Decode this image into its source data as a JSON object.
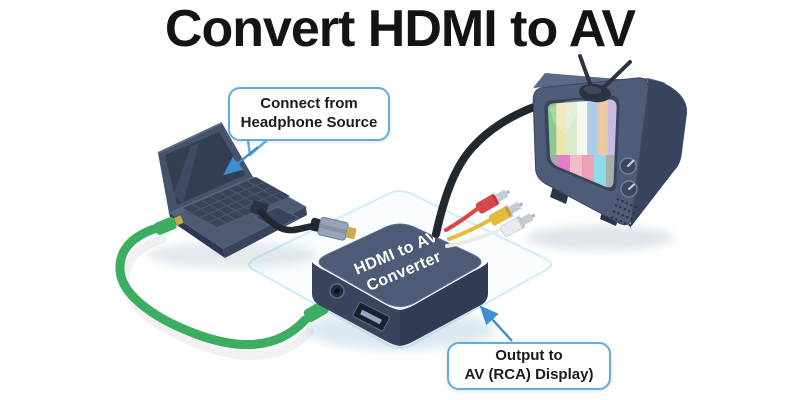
{
  "title": "Convert HDMI to AV",
  "callouts": {
    "headphone": {
      "line1": "Connect from",
      "line2": "Headphone Source"
    },
    "output": {
      "line1": "Output to",
      "line2": "AV (RCA) Display)"
    }
  },
  "converter": {
    "label_line1": "HDMI to AV",
    "label_line2": "Converter"
  },
  "colors": {
    "accent": "#3e8fd0",
    "callout_border": "#66abdb",
    "title_color": "#141414",
    "device_slate": "#4f5c78",
    "converter_slate": "#4e5b76",
    "cable_green": "#3cae62",
    "cable_black": "#23282f",
    "rca_red": "#d84848",
    "rca_yellow": "#e2bc3f",
    "rca_white": "#e9ecef",
    "platform_glow": "#cdecf7"
  },
  "tv_screen_bars": {
    "top": [
      "#8cc98e",
      "#e9e5ab",
      "#d9ead0",
      "#f6f6ef",
      "#a9cdea",
      "#ecc9a1",
      "#c9bbe4"
    ],
    "bottom": [
      "#a3aaa8",
      "#e47ec9",
      "#f2bccb",
      "#e9a2b4",
      "#8ed9ea",
      "#a7b0a9"
    ]
  }
}
